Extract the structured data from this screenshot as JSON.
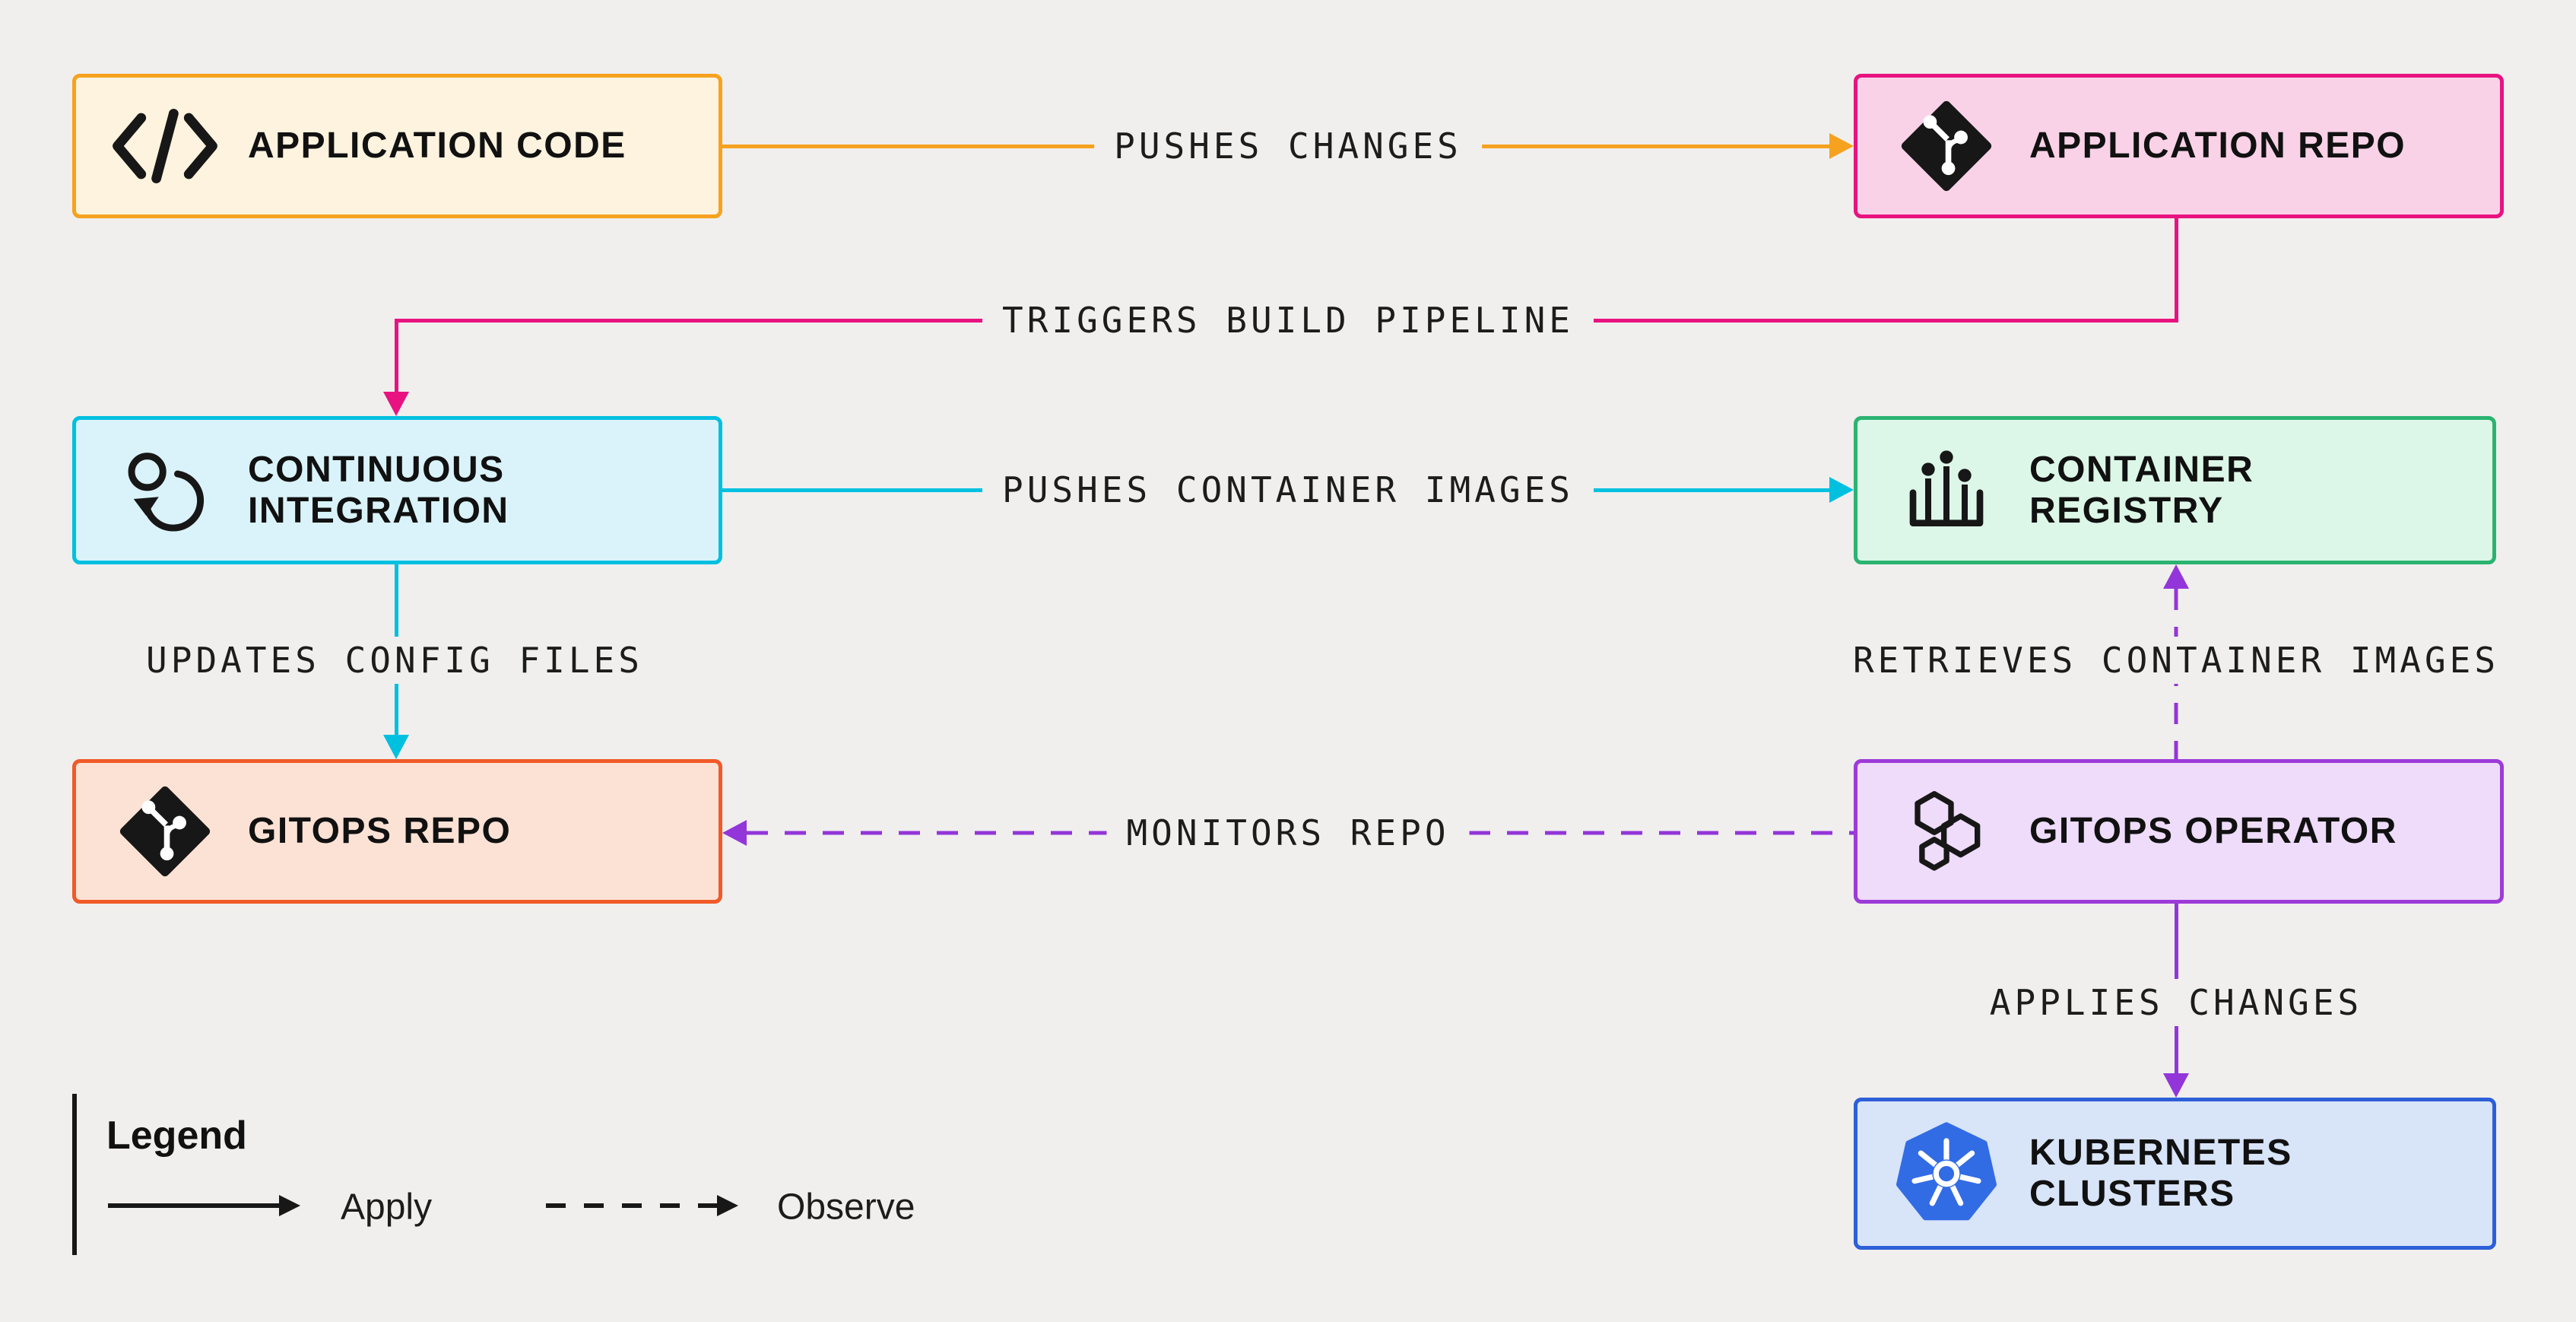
{
  "background": "#f0efee",
  "text_color": "#1c1c1c",
  "nodes": {
    "app_code": {
      "label": "APPLICATION CODE",
      "icon": "code-icon",
      "border": "#f6a21e",
      "fill": "#fdf3de"
    },
    "app_repo": {
      "label": "APPLICATION REPO",
      "icon": "git-icon",
      "border": "#e81380",
      "fill": "#f9d2e8"
    },
    "ci": {
      "label": "CONTINUOUS\nINTEGRATION",
      "icon": "ci-loop-icon",
      "border": "#00c0e0",
      "fill": "#daf3fa"
    },
    "registry": {
      "label": "CONTAINER\nREGISTRY",
      "icon": "registry-pins-icon",
      "border": "#2bb371",
      "fill": "#dcf7e8"
    },
    "gitops_repo": {
      "label": "GITOPS REPO",
      "icon": "git-icon",
      "border": "#f05a28",
      "fill": "#fce2d5"
    },
    "operator": {
      "label": "GITOPS OPERATOR",
      "icon": "hexagons-icon",
      "border": "#9d3bd8",
      "fill": "#eedcfa"
    },
    "k8s": {
      "label": "KUBERNETES\nCLUSTERS",
      "icon": "kubernetes-icon",
      "border": "#2c5fd8",
      "fill": "#d8e4f8",
      "logo_color": "#326ce5"
    }
  },
  "edges": {
    "pushes_changes": {
      "label": "PUSHES CHANGES",
      "color": "#f6a21e",
      "style": "solid",
      "from": "app_code",
      "to": "app_repo"
    },
    "triggers_build": {
      "label": "TRIGGERS BUILD PIPELINE",
      "color": "#e81380",
      "style": "solid",
      "from": "app_repo",
      "to": "ci"
    },
    "pushes_images": {
      "label": "PUSHES CONTAINER IMAGES",
      "color": "#00c0e0",
      "style": "solid",
      "from": "ci",
      "to": "registry"
    },
    "updates_config": {
      "label": "UPDATES CONFIG FILES",
      "color": "#00c0e0",
      "style": "solid",
      "from": "ci",
      "to": "gitops_repo"
    },
    "monitors_repo": {
      "label": "MONITORS REPO",
      "color": "#9336d9",
      "style": "dashed",
      "from": "operator",
      "to": "gitops_repo"
    },
    "retrieves_images": {
      "label": "RETRIEVES CONTAINER IMAGES",
      "color": "#9336d9",
      "style": "dashed",
      "from": "operator",
      "to": "registry"
    },
    "applies_changes": {
      "label": "APPLIES CHANGES",
      "color": "#9336d9",
      "style": "solid",
      "from": "operator",
      "to": "k8s"
    }
  },
  "legend": {
    "title": "Legend",
    "apply_label": "Apply",
    "observe_label": "Observe",
    "arrow_color": "#171717"
  }
}
